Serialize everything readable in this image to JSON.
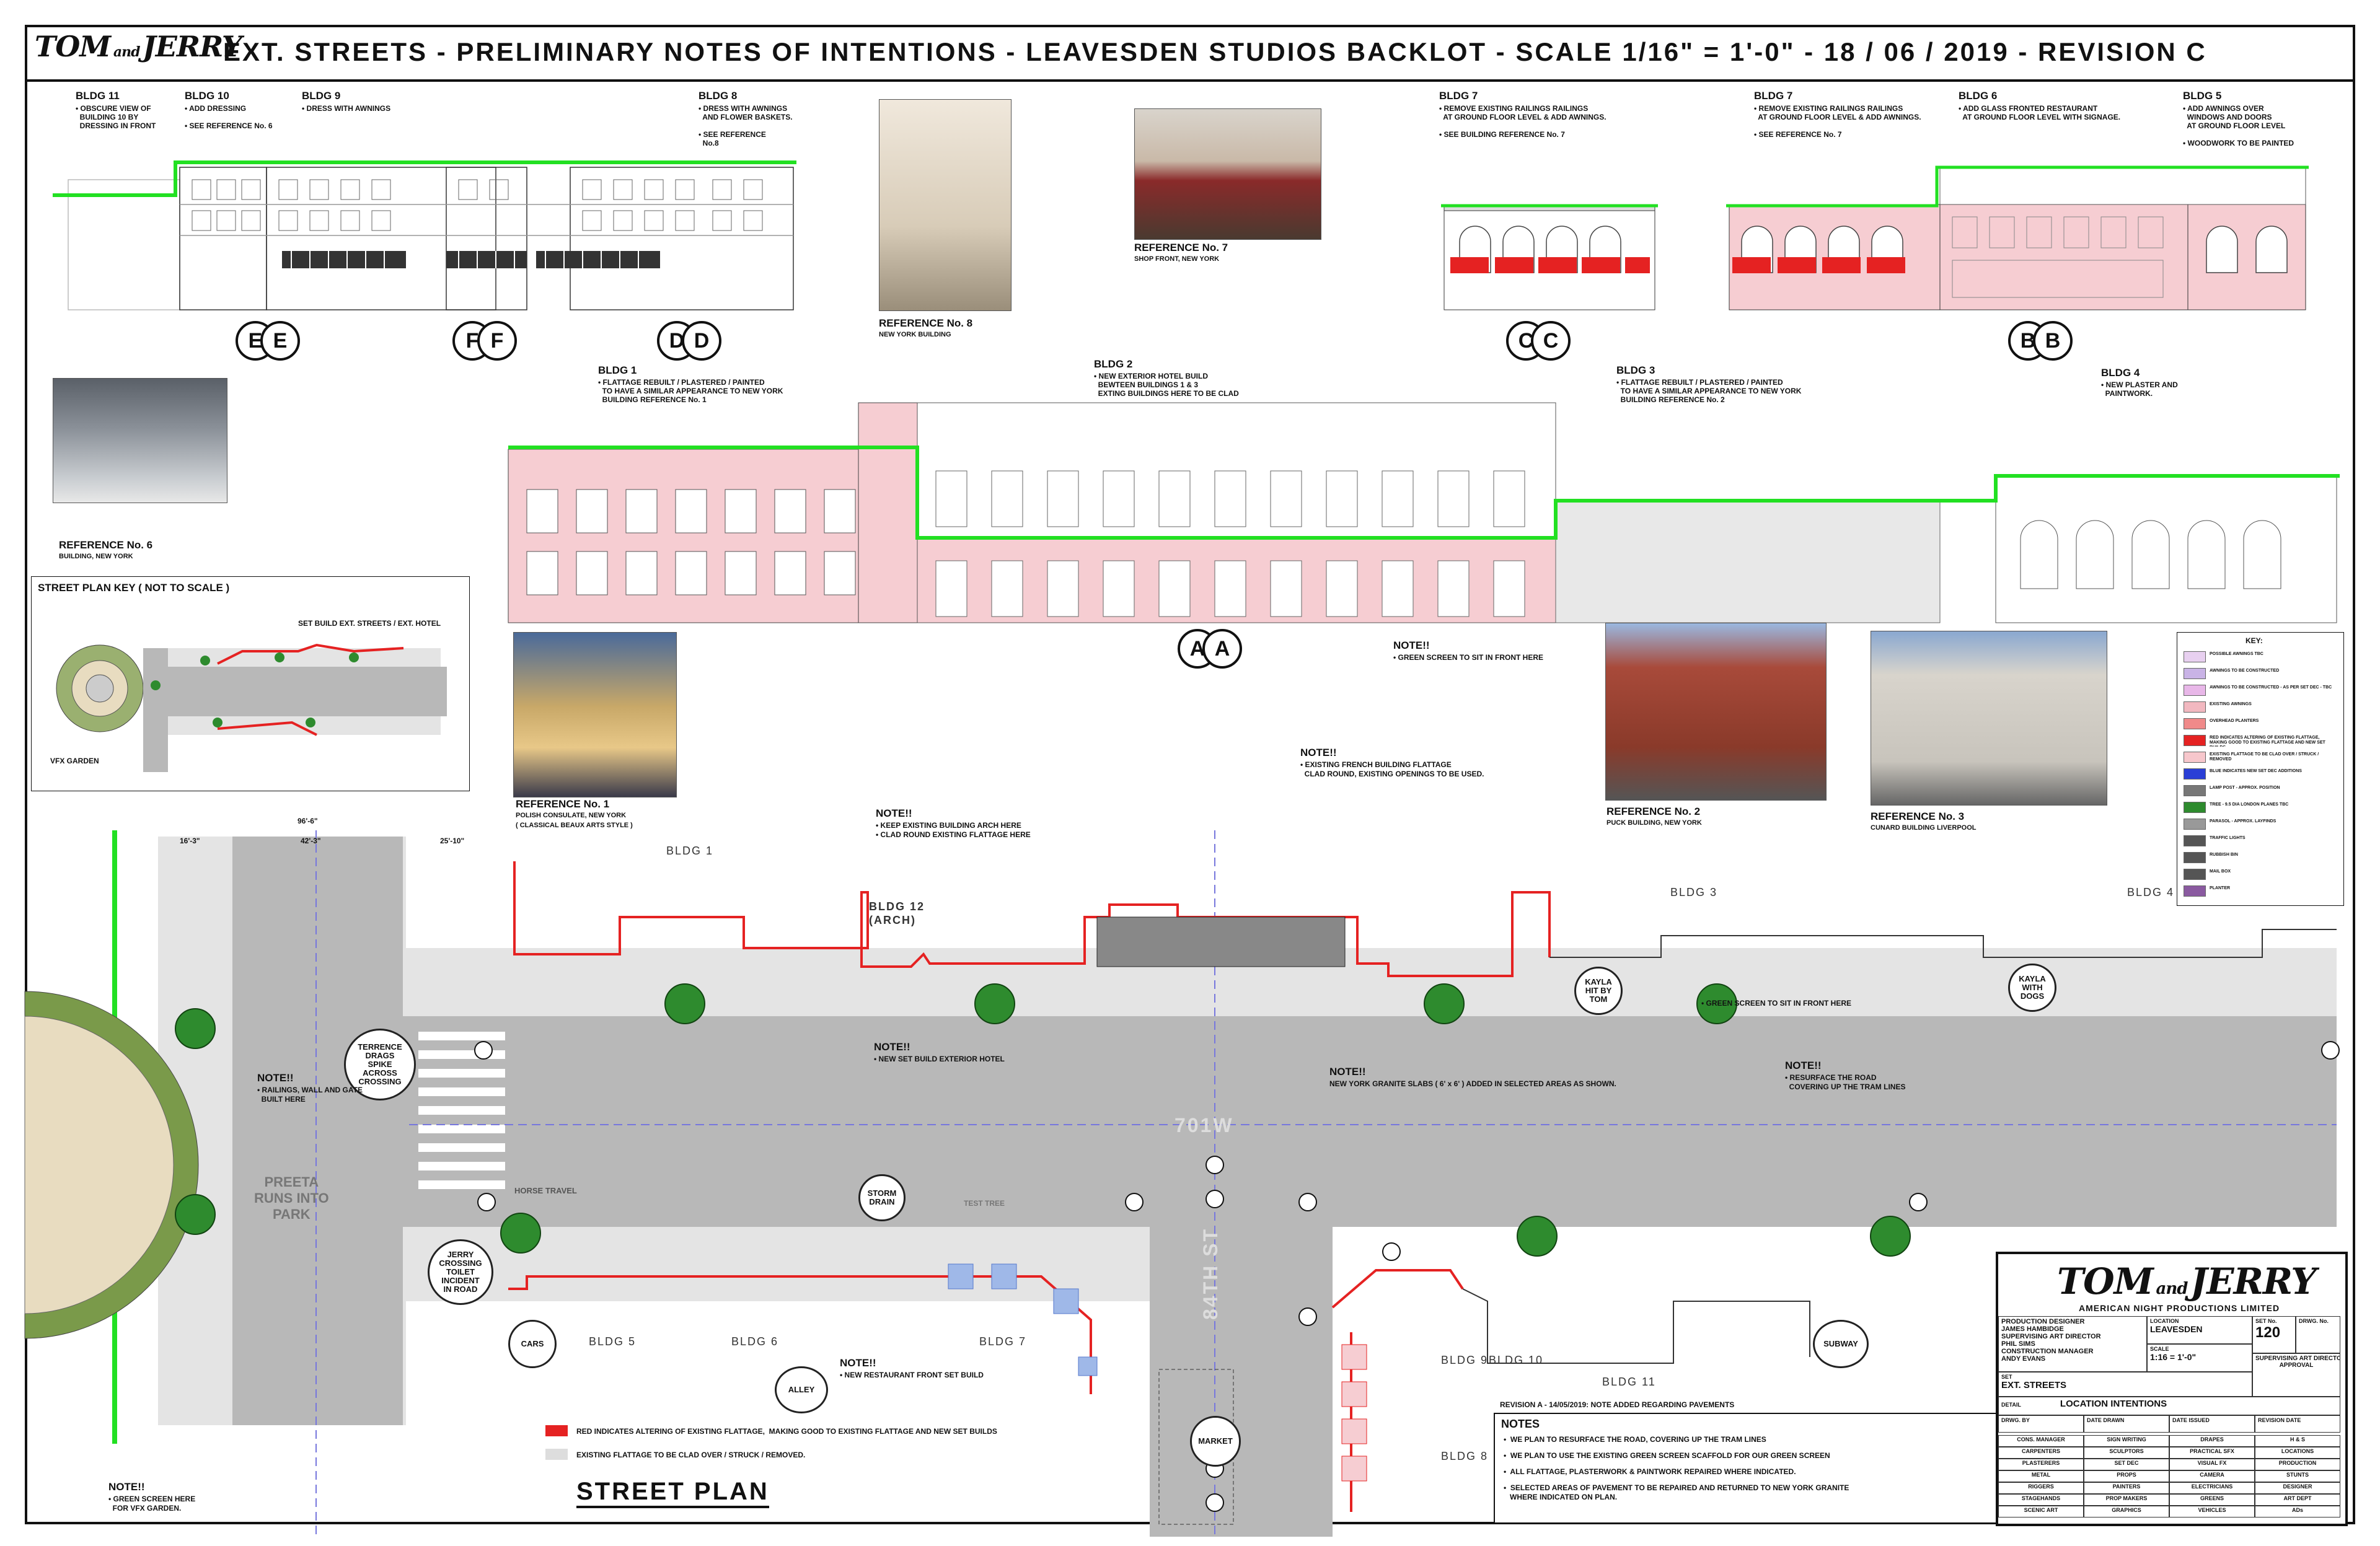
{
  "header": {
    "logo_tom": "TOM",
    "logo_and": "and",
    "logo_jerry": "JERRY",
    "title": "EXT. STREETS - PRELIMINARY NOTES OF INTENTIONS -  LEAVESDEN STUDIOS BACKLOT -  SCALE 1/16\" = 1'-0\"   -  18 / 06 / 2019  -   REVISION C"
  },
  "top_elevations": {
    "bldg11": {
      "label": "BLDG 11",
      "note": "• OBSCURE VIEW OF\n  BUILDING 10 BY\n  DRESSING IN FRONT"
    },
    "bldg10": {
      "label": "BLDG 10",
      "note": "• ADD DRESSING\n\n• SEE REFERENCE No. 6"
    },
    "bldg9": {
      "label": "BLDG 9",
      "note": "• DRESS WITH AWNINGS"
    },
    "bldg8": {
      "label": "BLDG 8",
      "note": "• DRESS WITH AWNINGS\n  AND FLOWER BASKETS.\n\n• SEE REFERENCE\n  No.8"
    },
    "bldg7a": {
      "label": "BLDG 7",
      "note": "• REMOVE EXISTING RAILINGS RAILINGS\n  AT GROUND FLOOR LEVEL & ADD AWNINGS.\n\n• SEE BUILDING REFERENCE No. 7"
    },
    "bldg7b": {
      "label": "BLDG 7",
      "note": "• REMOVE EXISTING RAILINGS RAILINGS\n  AT GROUND FLOOR LEVEL & ADD AWNINGS.\n\n• SEE REFERENCE No. 7"
    },
    "bldg6": {
      "label": "BLDG 6",
      "note": "• ADD GLASS FRONTED RESTAURANT\n  AT GROUND FLOOR LEVEL WITH SIGNAGE."
    },
    "bldg5": {
      "label": "BLDG 5",
      "note": "• ADD AWNINGS OVER\n  WINDOWS AND DOORS\n  AT GROUND FLOOR LEVEL\n\n• WOODWORK TO BE PAINTED"
    },
    "sections": [
      "E",
      "E",
      "F",
      "F",
      "D",
      "D",
      "C",
      "C",
      "B",
      "B",
      "A",
      "A"
    ]
  },
  "mid_elevations": {
    "bldg1": {
      "label": "BLDG 1",
      "note": "• FLATTAGE REBUILT / PLASTERED / PAINTED\n  TO HAVE A SIMILAR APPEARANCE TO NEW YORK\n  BUILDING REFERENCE No. 1"
    },
    "bldg2": {
      "label": "BLDG 2",
      "note": "• NEW EXTERIOR HOTEL BUILD\n  BEWTEEN BUILDINGS 1 & 3\n  EXTING BUILDINGS HERE TO BE CLAD"
    },
    "bldg3": {
      "label": "BLDG 3",
      "note": "• FLATTAGE REBUILT / PLASTERED / PAINTED\n  TO HAVE A SIMILAR APPEARANCE TO NEW YORK\n  BUILDING REFERENCE No. 2"
    },
    "bldg4": {
      "label": "BLDG 4",
      "note": "• NEW PLASTER AND\n  PAINTWORK."
    }
  },
  "references": {
    "r6": {
      "title": "REFERENCE No. 6",
      "sub": "BUILDING, NEW YORK"
    },
    "r7": {
      "title": "REFERENCE No. 7",
      "sub": "SHOP FRONT, NEW YORK"
    },
    "r8": {
      "title": "REFERENCE No. 8",
      "sub": "NEW YORK BUILDING"
    },
    "r1": {
      "title": "REFERENCE No. 1",
      "sub1": "POLISH CONSULATE, NEW YORK",
      "sub2": "( CLASSICAL BEAUX ARTS STYLE )"
    },
    "r2": {
      "title": "REFERENCE No. 2",
      "sub": "PUCK BUILDING, NEW YORK"
    },
    "r3": {
      "title": "REFERENCE No. 3",
      "sub": "CUNARD BUILDING LIVERPOOL"
    }
  },
  "street_key": {
    "title": "STREET PLAN KEY ( NOT TO SCALE )",
    "set_build": "SET BUILD EXT. STREETS / EXT. HOTEL",
    "vfx": "VFX GARDEN"
  },
  "legend": {
    "title": "KEY:",
    "items": [
      {
        "text": "POSSIBLE AWNINGS TBC",
        "color": "#e8d0f0"
      },
      {
        "text": "AWNINGS TO BE CONSTRUCTED",
        "color": "#c9b3e6"
      },
      {
        "text": "AWNINGS TO BE CONSTRUCTED - AS PER SET DEC - TBC",
        "color": "#e8b7e8"
      },
      {
        "text": "EXISTING AWNINGS",
        "color": "#f2b8c0"
      },
      {
        "text": "OVERHEAD PLANTERS",
        "color": "#f08a8a"
      },
      {
        "text": "RED INDICATES ALTERING OF EXISTING FLATTAGE, MAKING GOOD TO EXISTING FLATTAGE AND NEW SET BUILDS",
        "color": "#e52222"
      },
      {
        "text": "EXISTING FLATTAGE TO BE CLAD OVER / STRUCK / REMOVED",
        "color": "#f7c7cc"
      },
      {
        "text": "BLUE INDICATES NEW SET DEC ADDITIONS",
        "color": "#2a3fd6"
      },
      {
        "text": "LAMP POST - APPROX. POSITION",
        "color": "#777777"
      },
      {
        "text": "TREE - 9.5 DIA LONDON PLANES TBC",
        "color": "#2e8b2e"
      },
      {
        "text": "PARASOL - APPROX. LAYFINDS",
        "color": "#999999"
      },
      {
        "text": "TRAFFIC LIGHTS",
        "color": "#555555"
      },
      {
        "text": "RUBBISH BIN",
        "color": "#555555"
      },
      {
        "text": "MAIL BOX",
        "color": "#555555"
      },
      {
        "text": "PLANTER",
        "color": "#8a5aa0"
      }
    ]
  },
  "notes_mid": {
    "n1": {
      "head": "NOTE!!",
      "text": "• GREEN SCREEN TO SIT IN FRONT HERE"
    },
    "n2": {
      "head": "NOTE!!",
      "text": "• EXISTING FRENCH BUILDING FLATTAGE\n  CLAD ROUND, EXISTING OPENINGS TO BE USED."
    },
    "n3": {
      "head": "NOTE!!",
      "text": "• KEEP EXISTING BUILDING ARCH HERE\n• CLAD ROUND EXISTING FLATTAGE HERE"
    }
  },
  "plan": {
    "dims": [
      "96'-6\"",
      "16'-3\"",
      "42'-3\"",
      "25'-10\""
    ],
    "street_701w": "701W",
    "street_84th": "84TH ST",
    "bldg1": "BLDG 1",
    "bldg12": "BLDG 12\n(ARCH)",
    "bldg3": "BLDG 3",
    "bldg4": "BLDG 4",
    "bldg5": "BLDG 5",
    "bldg6": "BLDG 6",
    "bldg7": "BLDG 7",
    "bldg8": "BLDG 8",
    "bldg9": "BLDG 9",
    "bldg10": "BLDG 10",
    "bldg11": "BLDG 11",
    "preeta": "PREETA\nRUNS INTO\nPARK",
    "horse": "HORSE TRAVEL",
    "test_tree": "TEST TREE",
    "circles": {
      "terrence": "TERRENCE\nDRAGS\nSPIKE\nACROSS\nCROSSING",
      "kayla_tom": "KAYLA\nHIT BY\nTOM",
      "kayla_dogs": "KAYLA\nWITH\nDOGS",
      "storm": "STORM\nDRAIN",
      "jerry": "JERRY\nCROSSING\nTOILET\nINCIDENT\nIN ROAD",
      "cars": "CARS",
      "alley": "ALLEY",
      "market": "MARKET",
      "subway": "SUBWAY"
    },
    "notes": {
      "railings": {
        "head": "NOTE!!",
        "text": "• RAILINGS, WALL AND GATE\n  BUILT HERE"
      },
      "hotel": {
        "head": "NOTE!!",
        "text": "• NEW SET BUILD EXTERIOR HOTEL"
      },
      "granite": {
        "head": "NOTE!!",
        "text": "NEW YORK GRANITE SLABS ( 6' x 6' ) ADDED IN SELECTED AREAS AS SHOWN."
      },
      "road": {
        "head": "NOTE!!",
        "text": "• RESURFACE THE ROAD\n  COVERING UP THE TRAM LINES"
      },
      "green_front": {
        "head": "",
        "text": "• GREEN SCREEN TO SIT IN FRONT HERE"
      },
      "restaurant": {
        "head": "NOTE!!",
        "text": "• NEW RESTAURANT FRONT SET BUILD"
      },
      "vfx": {
        "head": "NOTE!!",
        "text": "• GREEN SCREEN HERE\n  FOR VFX GARDEN."
      }
    },
    "legend_red": "RED INDICATES ALTERING OF EXISTING FLATTAGE,  MAKING GOOD TO EXISTING FLATTAGE AND NEW SET BUILDS",
    "legend_grey": "EXISTING FLATTAGE TO BE CLAD OVER / STRUCK / REMOVED.",
    "street_plan_title": "STREET PLAN"
  },
  "general_notes": {
    "revision": "REVISION A - 14/05/2019: NOTE ADDED REGARDING PAVEMENTS",
    "title": "NOTES",
    "items": [
      "•  WE PLAN TO RESURFACE THE ROAD, COVERING UP THE TRAM LINES",
      "•  WE PLAN TO USE THE EXISTING GREEN SCREEN SCAFFOLD FOR OUR GREEN SCREEN",
      "•  ALL FLATTAGE, PLASTERWORK & PAINTWORK REPAIRED WHERE INDICATED.",
      "•  SELECTED AREAS OF PAVEMENT TO BE REPAIRED AND RETURNED TO NEW YORK GRANITE\n   WHERE INDICATED ON PLAN."
    ]
  },
  "title_block": {
    "logo_tom": "TOM",
    "logo_and": "and",
    "logo_jerry": "JERRY",
    "company": "AMERICAN NIGHT PRODUCTIONS LIMITED",
    "production_designer": "PRODUCTION DESIGNER",
    "pd_name": "JAMES HAMBIDGE",
    "supervising_ad": "SUPERVISING ART DIRECTOR",
    "sad_name": "PHIL SIMS",
    "construction_manager": "CONSTRUCTION MANAGER",
    "cm_name": "ANDY EVANS",
    "location_label": "LOCATION",
    "location": "LEAVESDEN",
    "scale_label": "SCALE",
    "scale": "1:16 = 1'-0\"",
    "set_no_label": "SET No.",
    "set_no": "120",
    "drwg_no_label": "DRWG. No.",
    "set_label": "SET",
    "set_name": "EXT. STREETS",
    "approval": "SUPERVISING ART DIRECTOR\nAPPROVAL",
    "detail_label": "DETAIL",
    "detail": "LOCATION INTENTIONS",
    "drwg_by": "DRWG. BY",
    "date_drawn": "DATE DRAWN",
    "date_issued": "DATE ISSUED",
    "revision_date": "REVISION DATE",
    "grid": [
      [
        "CONS. MANAGER",
        "SIGN WRITING",
        "DRAPES",
        "H & S"
      ],
      [
        "CARPENTERS",
        "SCULPTORS",
        "PRACTICAL SFX",
        "LOCATIONS"
      ],
      [
        "PLASTERERS",
        "SET DEC",
        "VISUAL FX",
        "PRODUCTION"
      ],
      [
        "METAL",
        "PROPS",
        "CAMERA",
        "STUNTS"
      ],
      [
        "RIGGERS",
        "PAINTERS",
        "ELECTRICIANS",
        "DESIGNER"
      ],
      [
        "STAGEHANDS",
        "PROP MAKERS",
        "GREENS",
        "ART DEPT"
      ],
      [
        "SCENIC ART",
        "GRAPHICS",
        "VEHICLES",
        "ADs"
      ]
    ]
  },
  "colors": {
    "red": "#e52222",
    "green": "#22e022",
    "pink": "#f6cdd2",
    "road": "#b8b8b8",
    "pavement": "#e4e4e4",
    "tree": "#2e8b2e"
  }
}
